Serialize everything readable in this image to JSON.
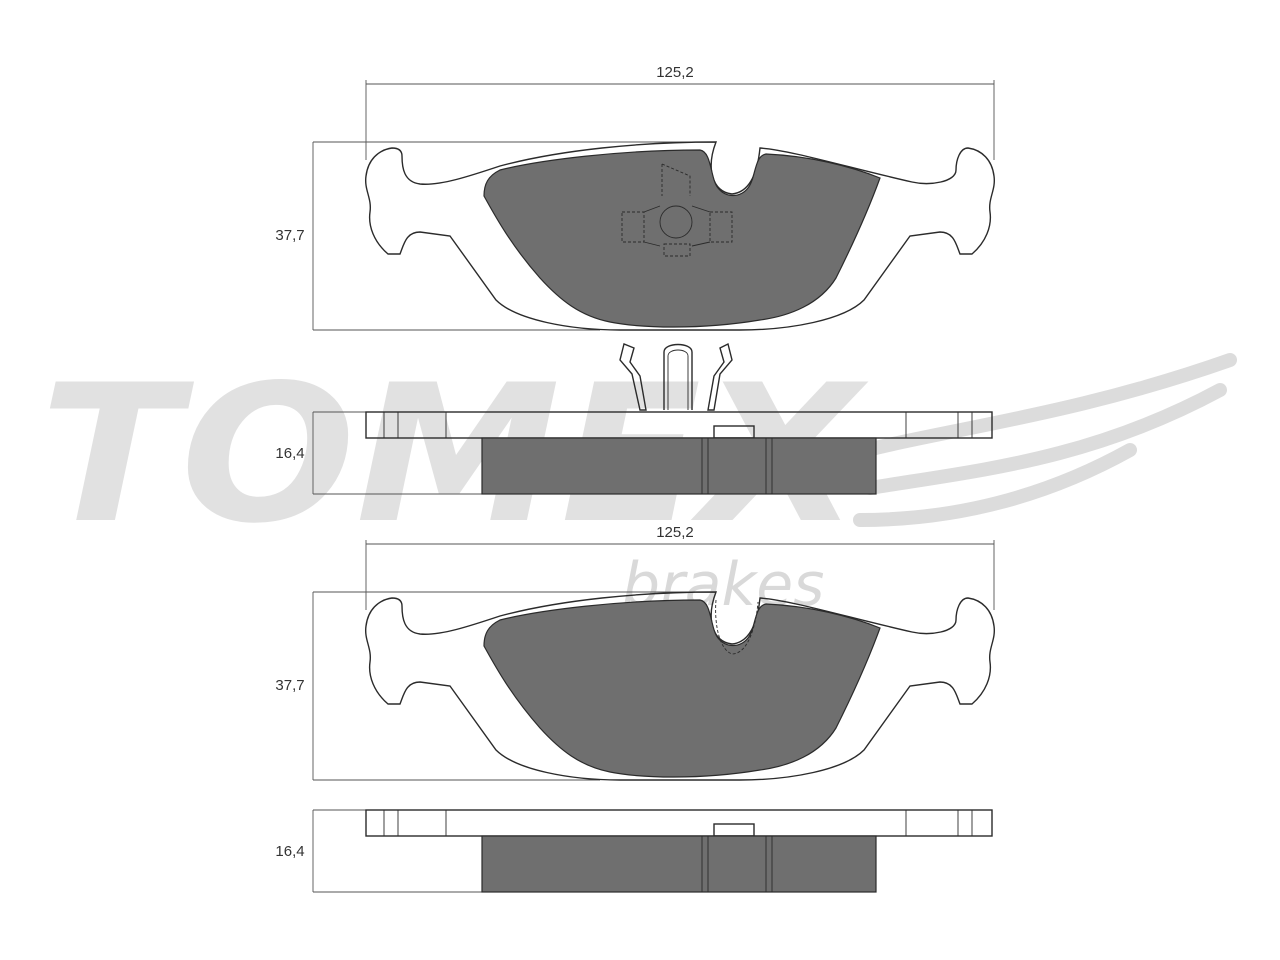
{
  "watermark": {
    "brand": "TOMEX",
    "sub": "brakes",
    "color": "#d9d9d9"
  },
  "colors": {
    "friction": "#6f6f6f",
    "line": "#2b2b2b"
  },
  "top_view_1": {
    "width_label": "125,2",
    "height_label": "37,7"
  },
  "side_view_1": {
    "thickness_label": "16,4"
  },
  "top_view_2": {
    "width_label": "125,2",
    "height_label": "37,7"
  },
  "side_view_2": {
    "thickness_label": "16,4"
  }
}
